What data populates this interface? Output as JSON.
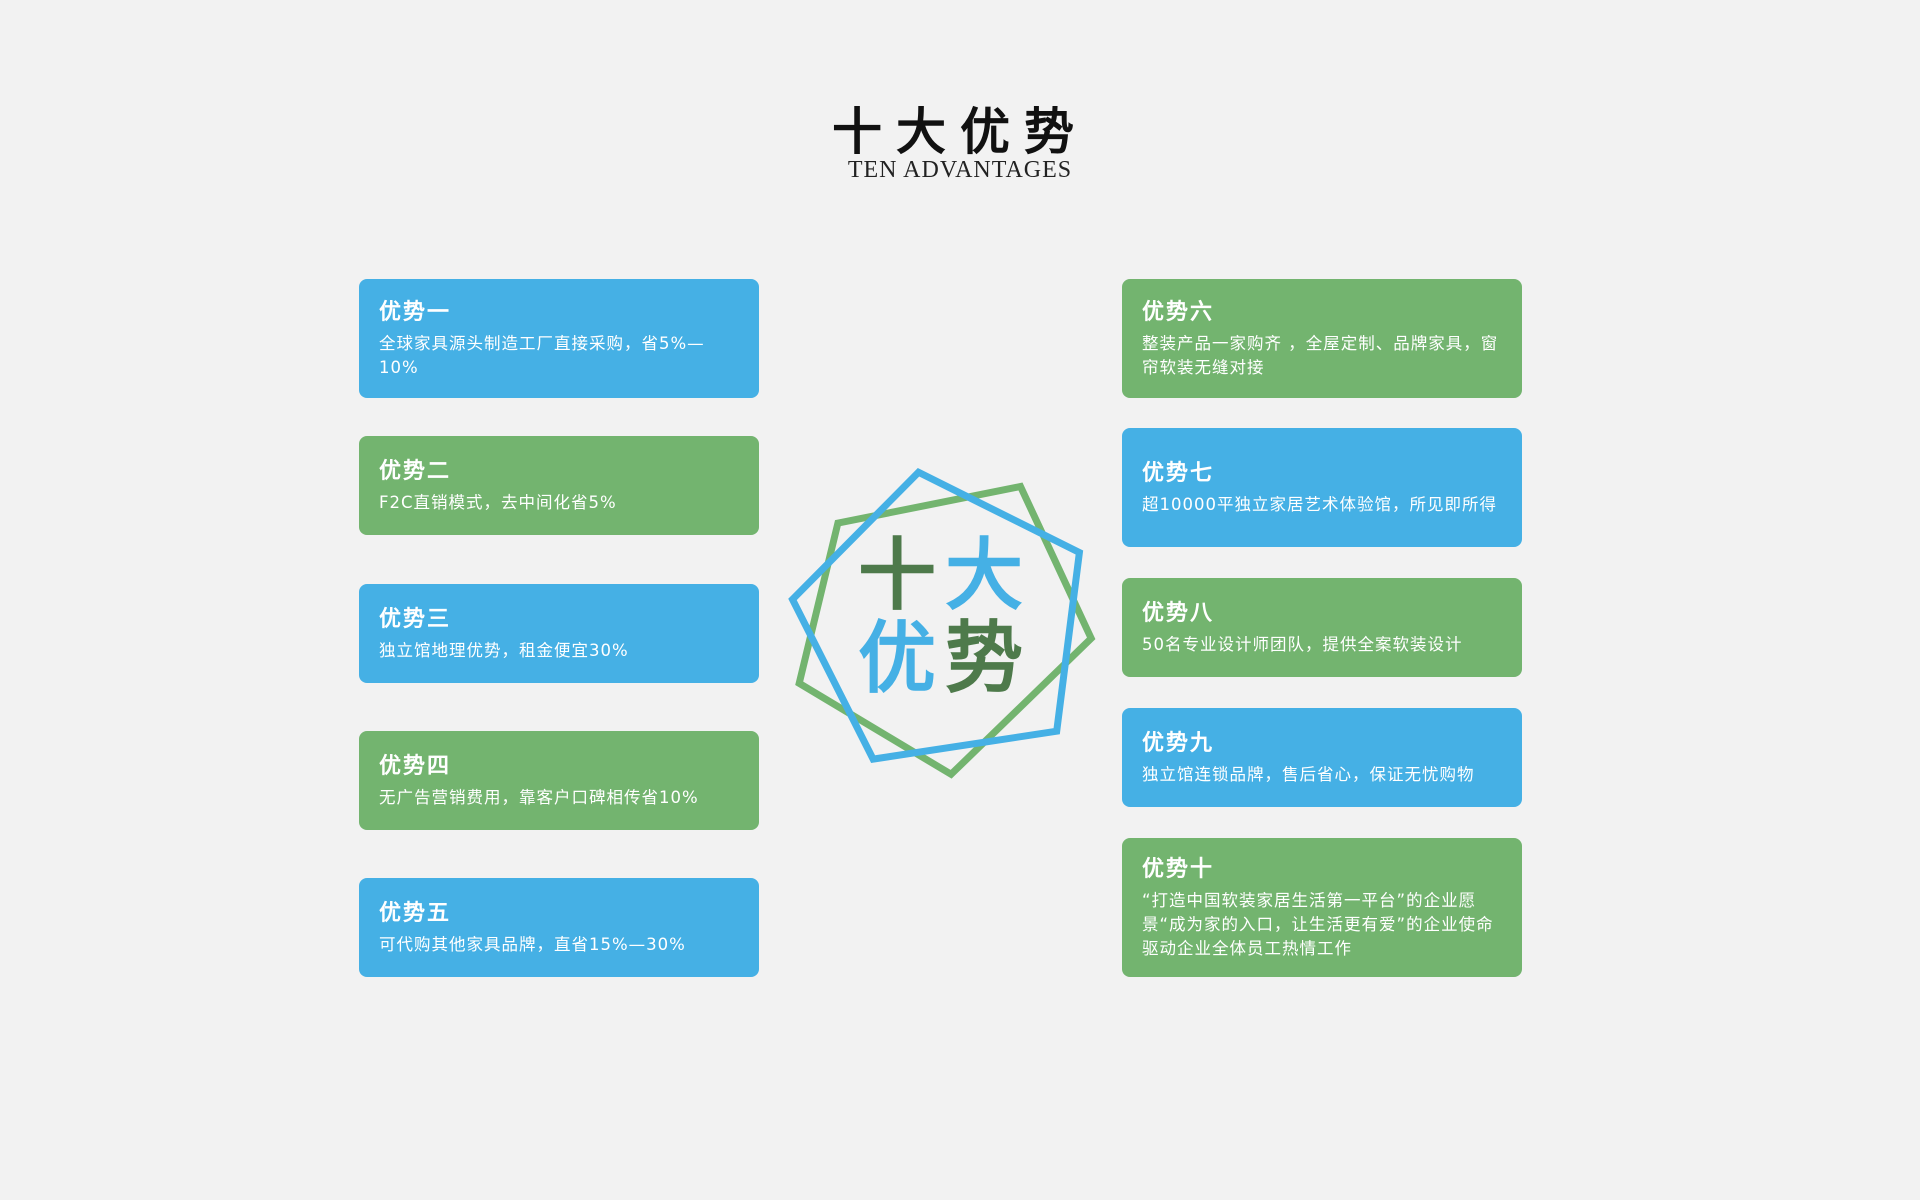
{
  "header": {
    "title": "十大优势",
    "subtitle": "TEN ADVANTAGES"
  },
  "emblem": {
    "chars": [
      "十",
      "大",
      "优",
      "势"
    ]
  },
  "colors": {
    "blue": "#45b0e5",
    "green": "#73b46f",
    "dark_green": "#4e7a4b",
    "background": "#f2f2f2"
  },
  "cards": [
    {
      "title": "优势一",
      "desc": "全球家具源头制造工厂直接采购，省5%—10%",
      "color": "blue"
    },
    {
      "title": "优势二",
      "desc": "F2C直销模式，去中间化省5%",
      "color": "green"
    },
    {
      "title": "优势三",
      "desc": "独立馆地理优势，租金便宜30%",
      "color": "blue"
    },
    {
      "title": "优势四",
      "desc": "无广告营销费用，靠客户口碑相传省10%",
      "color": "green"
    },
    {
      "title": "优势五",
      "desc": "可代购其他家具品牌，直省15%—30%",
      "color": "blue"
    },
    {
      "title": "优势六",
      "desc": "整装产品一家购齐 ，全屋定制、品牌家具，窗帘软装无缝对接",
      "color": "green"
    },
    {
      "title": "优势七",
      "desc": "超10000平独立家居艺术体验馆，所见即所得",
      "color": "blue"
    },
    {
      "title": "优势八",
      "desc": "50名专业设计师团队，提供全案软装设计",
      "color": "green"
    },
    {
      "title": "优势九",
      "desc": "独立馆连锁品牌，售后省心，保证无忧购物",
      "color": "blue"
    },
    {
      "title": "优势十",
      "desc": "“打造中国软装家居生活第一平台”的企业愿景“成为家的入口，让生活更有爱”的企业使命驱动企业全体员工热情工作",
      "color": "green"
    }
  ]
}
